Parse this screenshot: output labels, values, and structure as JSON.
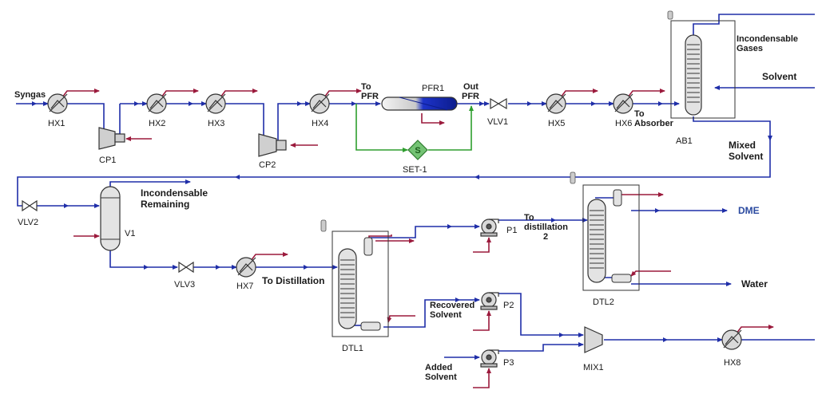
{
  "colors": {
    "process": "#1f2ea8",
    "utility": "#9b1a3c",
    "bypass": "#2e9e2e",
    "product": "#2b4aa0",
    "equipment_fill": "#d9d9d9",
    "equipment_stroke": "#333333"
  },
  "equipment": {
    "HX1": "HX1",
    "HX2": "HX2",
    "HX3": "HX3",
    "HX4": "HX4",
    "HX5": "HX5",
    "HX6": "HX6",
    "HX7": "HX7",
    "HX8": "HX8",
    "CP1": "CP1",
    "CP2": "CP2",
    "PFR1": "PFR1",
    "SET1": "SET-1",
    "VLV1": "VLV1",
    "VLV2": "VLV2",
    "VLV3": "VLV3",
    "AB1": "AB1",
    "V1": "V1",
    "DTL1": "DTL1",
    "DTL2": "DTL2",
    "P1": "P1",
    "P2": "P2",
    "P3": "P3",
    "MIX1": "MIX1",
    "SET_symbol": "S"
  },
  "streams": {
    "syngas": "Syngas",
    "to_pfr": [
      "To",
      "PFR"
    ],
    "out_pfr": [
      "Out",
      "PFR"
    ],
    "to_absorber": [
      "To",
      "Absorber"
    ],
    "incondensable_gases": [
      "Incondensable",
      "Gases"
    ],
    "solvent": "Solvent",
    "mixed_solvent": [
      "Mixed",
      "Solvent"
    ],
    "incondensable_remaining": [
      "Incondensable",
      "Remaining"
    ],
    "to_distillation": "To Distillation",
    "to_distillation_2": [
      "To",
      "distillation",
      "2"
    ],
    "dme": "DME",
    "water": "Water",
    "recovered_solvent": [
      "Recovered",
      "Solvent"
    ],
    "added_solvent": [
      "Added",
      "Solvent"
    ]
  }
}
